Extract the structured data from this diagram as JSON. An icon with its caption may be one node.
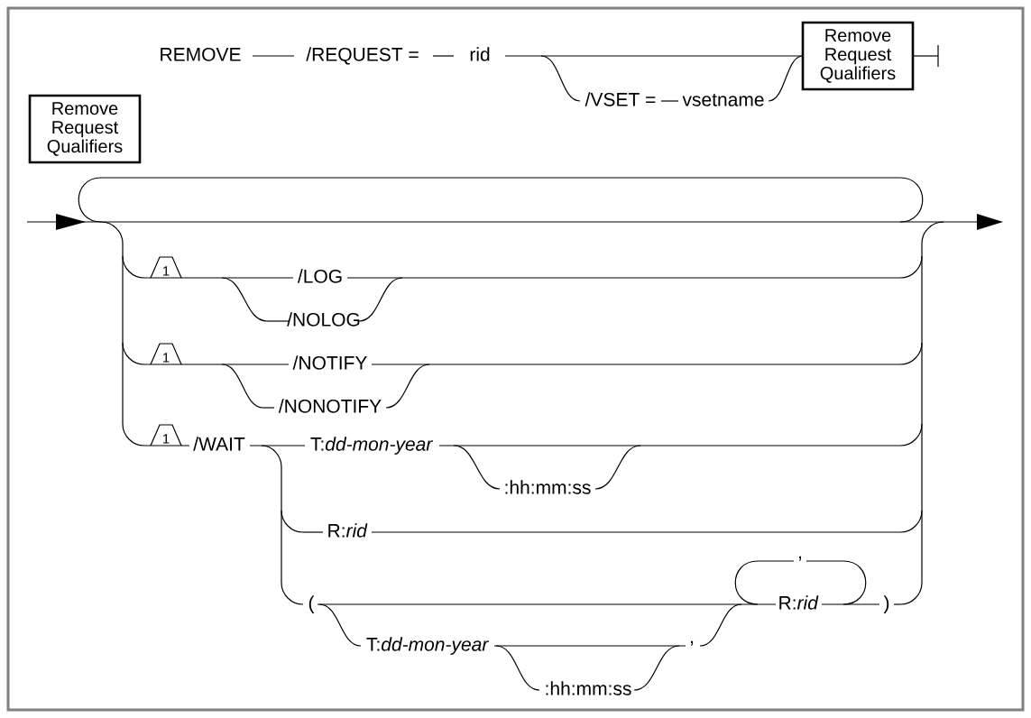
{
  "diagram": {
    "nodes": [
      {
        "text": [
          "Remove Request Qualifiers"
        ]
      },
      {
        "text": [
          "Remove Request Qualifiers"
        ]
      }
    ],
    "labels": [
      "REMOVE",
      "/REQUEST =",
      "rid",
      "/VSET =",
      "vsetname",
      "1",
      "/LOG",
      "/NOLOG",
      "1",
      "/NOTIFY",
      "/NONOTIFY",
      "1",
      "/WAIT",
      "T:*dd-mon-year*",
      ":hh:mm:ss",
      "R:*rid*",
      ",",
      "(",
      "R:*rid*",
      ")",
      "T:*dd-mon-year*",
      ",",
      ":hh:mm:ss"
    ]
  }
}
